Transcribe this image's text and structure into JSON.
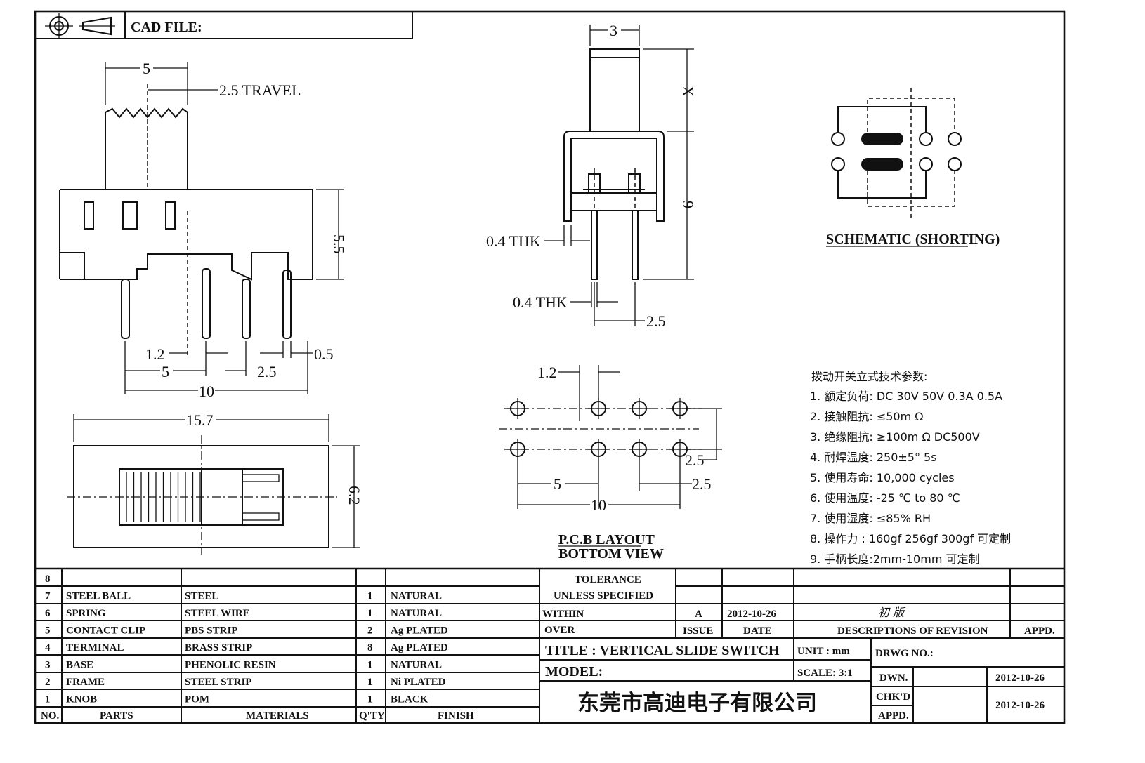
{
  "header": {
    "cad_file_label": "CAD FILE:"
  },
  "side_view": {
    "dim_width": "5",
    "dim_travel": "2.5 TRAVEL",
    "dim_height": "5.5",
    "dim_pin_gap": "1.2",
    "dim_pin_thk": "0.5",
    "dim_pitch_5": "5",
    "dim_pitch_2_5": "2.5",
    "dim_total": "10"
  },
  "top_view": {
    "dim_length": "15.7",
    "dim_width": "6.2"
  },
  "front_view": {
    "dim_knob": "3",
    "dim_x": "X",
    "dim_height": "9",
    "dim_frame_thk": "0.4  THK",
    "dim_pin_thk": "0.4  THK",
    "dim_pin_pitch": "2.5"
  },
  "schematic": {
    "caption": "SCHEMATIC (SHORTING)"
  },
  "pcb_layout": {
    "dim_hole": "1.2",
    "dim_row": "2.5",
    "dim_pitch_5": "5",
    "dim_pitch_2_5": "2.5",
    "dim_total": "10",
    "caption_line1": "P.C.B LAYOUT",
    "caption_line2": "BOTTOM  VIEW"
  },
  "specs": {
    "title": "拨动开关立式技术参数:",
    "items": [
      "1.  额定负荷: DC 30V    50V    0.3A    0.5A",
      "2.  接触阻抗:  ≤50m Ω",
      "3.  绝缘阻抗:  ≥100m Ω   DC500V",
      "4.  耐焊温度: 250±5°  5s",
      "5.  使用寿命: 10,000 cycles",
      "6.  使用温度: -25  ℃  to 80  ℃",
      "7.  使用湿度:  ≤85% RH",
      "8.  操作力 : 160gf    256gf    300gf  可定制",
      "9.  手柄长度:2mm-10mm  可定制"
    ]
  },
  "parts_table": {
    "headers": {
      "no": "NO.",
      "parts": "PARTS",
      "materials": "MATERIALS",
      "qty": "Q'TY",
      "finish": "FINISH"
    },
    "rows": [
      {
        "no": "8",
        "part": "",
        "material": "",
        "qty": "",
        "finish": ""
      },
      {
        "no": "7",
        "part": "STEEL BALL",
        "material": "STEEL",
        "qty": "1",
        "finish": "NATURAL"
      },
      {
        "no": "6",
        "part": "SPRING",
        "material": "STEEL WIRE",
        "qty": "1",
        "finish": "NATURAL"
      },
      {
        "no": "5",
        "part": "CONTACT CLIP",
        "material": "PBS STRIP",
        "qty": "2",
        "finish": "Ag PLATED"
      },
      {
        "no": "4",
        "part": "TERMINAL",
        "material": "BRASS STRIP",
        "qty": "8",
        "finish": "Ag PLATED"
      },
      {
        "no": "3",
        "part": "BASE",
        "material": "PHENOLIC RESIN",
        "qty": "1",
        "finish": "NATURAL"
      },
      {
        "no": "2",
        "part": "FRAME",
        "material": "STEEL STRIP",
        "qty": "1",
        "finish": "Ni PLATED"
      },
      {
        "no": "1",
        "part": "KNOB",
        "material": "POM",
        "qty": "1",
        "finish": "BLACK"
      }
    ]
  },
  "title_block": {
    "tolerance_line1": "TOLERANCE",
    "tolerance_line2": "UNLESS   SPECIFIED",
    "within": "WITHIN",
    "over": "OVER",
    "issue_value": "A",
    "date_value": "2012-10-26",
    "revision_value": "初  版",
    "issue_label": "ISSUE",
    "date_label": "DATE",
    "revision_label": "DESCRIPTIONS  OF  REVISION",
    "appd_label": "APPD.",
    "title": "TITLE :   VERTICAL  SLIDE  SWITCH",
    "unit": "UNIT :  mm",
    "drwg_no": "DRWG  NO.:",
    "model": "MODEL:",
    "scale": "SCALE:   3:1",
    "company": "东莞市高迪电子有限公司",
    "dwn_label": "DWN.",
    "dwn_date": "2012-10-26",
    "chkd_label": "CHK'D",
    "appd2_label": "APPD.",
    "chkd_date": "2012-10-26"
  }
}
